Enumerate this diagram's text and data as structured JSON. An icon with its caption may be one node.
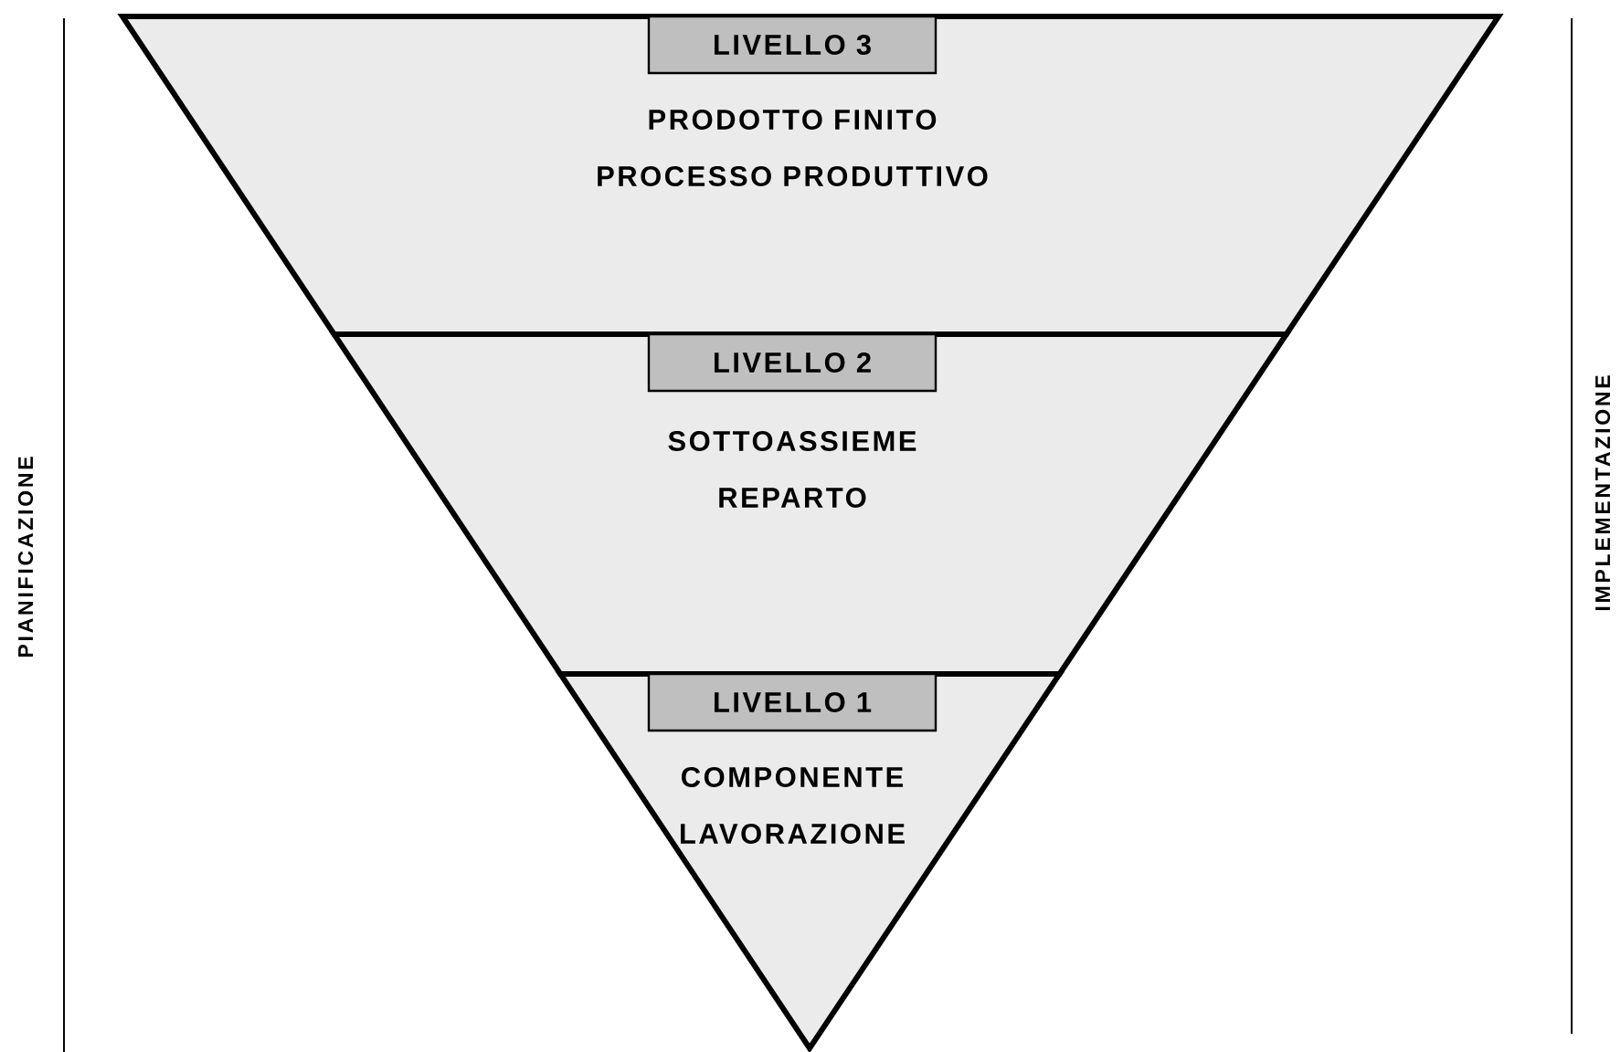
{
  "diagram": {
    "nodes": [
      {
        "text": [
          "PRODOTTO FINITO",
          "PROCESSO PRODUTTIVO"
        ]
      },
      {
        "text": [
          "LIVELLO 3"
        ],
        "in": 0
      },
      {
        "text": [
          "SOTTOASSIEME",
          "REPARTO"
        ]
      },
      {
        "text": [
          "LIVELLO 2"
        ],
        "in": 2
      },
      {
        "text": [
          "COMPONENTE",
          "LAVORAZIONE"
        ]
      },
      {
        "text": [
          "LIVELLO 1"
        ],
        "in": 4
      }
    ],
    "edges": [],
    "labels": [
      "PIANIFICAZIONE",
      "IMPLEMENTAZIONE"
    ]
  }
}
